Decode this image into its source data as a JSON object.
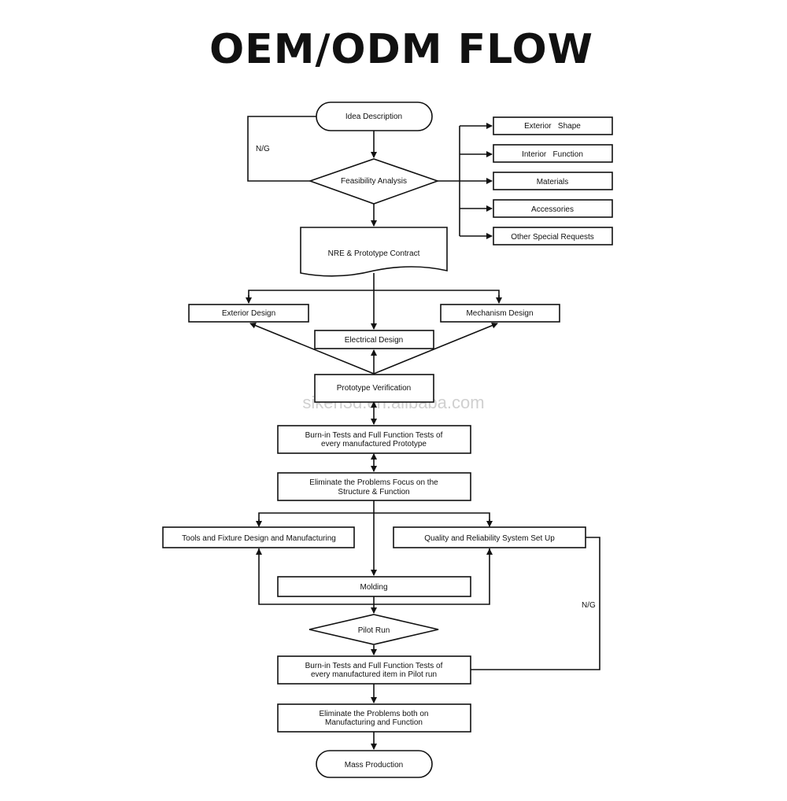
{
  "title": "OEM/ODM FLOW",
  "watermark": "siken3d.en.alibaba.com",
  "nodes": {
    "idea": "Idea Description",
    "feasibility": "Feasibility Analysis",
    "nre": "NRE & Prototype Contract",
    "exterior_shape": "Exterior   Shape",
    "interior_function": "Interior   Function",
    "materials": "Materials",
    "accessories": "Accessories",
    "other_requests": "Other Special Requests",
    "exterior_design": "Exterior Design",
    "mechanism_design": "Mechanism Design",
    "electrical_design": "Electrical Design",
    "prototype_verification": "Prototype Verification",
    "burnin1_line1": "Burn-in Tests and Full Function Tests of",
    "burnin1_line2": "every manufactured Prototype",
    "eliminate1_line1": "Eliminate the Problems Focus on the",
    "eliminate1_line2": "Structure & Function",
    "tools": "Tools and Fixture Design and Manufacturing",
    "quality": "Quality and Reliability System Set Up",
    "molding": "Molding",
    "pilot_run": "Pilot Run",
    "burnin2_line1": "Burn-in Tests and Full Function Tests of",
    "burnin2_line2": "every manufactured item in Pilot run",
    "eliminate2_line1": "Eliminate the Problems both on",
    "eliminate2_line2": "Manufacturing and Function",
    "mass_production": "Mass Production"
  },
  "edge_labels": {
    "ng_top": "N/G",
    "ng_right": "N/G"
  },
  "colors": {
    "stroke": "#111111",
    "background": "#ffffff",
    "watermark": "#d0d0d0"
  }
}
